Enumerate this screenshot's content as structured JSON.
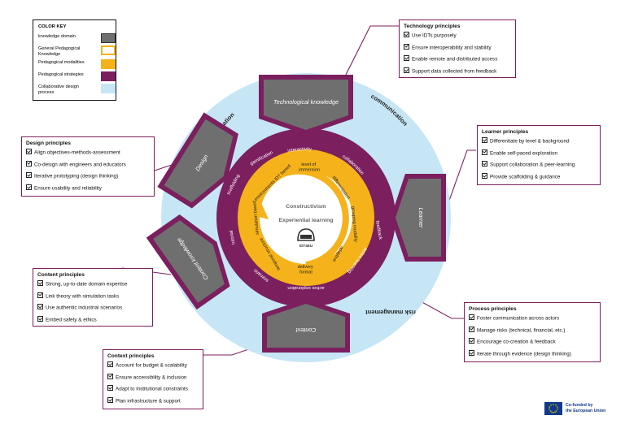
{
  "colors": {
    "plum": "#7b1f5e",
    "gray": "#6f6f6f",
    "gold": "#f5b21a",
    "light_blue": "#c6e6f6",
    "eu_blue": "#103a8a",
    "eu_star": "#ffcc00"
  },
  "color_key": {
    "title": "COLOR KEY",
    "items": [
      {
        "label": "knowledge domain",
        "swatch": "gray"
      },
      {
        "label": "General Pedagogical Knowledge",
        "swatch": "outline-gold"
      },
      {
        "label": "Pedagogical modalities",
        "swatch": "gold"
      },
      {
        "label": "Pedagogical strategies",
        "swatch": "plum"
      },
      {
        "label": "Collaborative design process",
        "swatch": "light_blue"
      }
    ]
  },
  "outer_ring_labels": {
    "co_creation": "co-creation",
    "communication": "communication",
    "risk_management": "risk management"
  },
  "knowledge_domains": {
    "technological": "Technological knowledge",
    "design": "Design",
    "learner": "Learner",
    "content": "Content knowledge",
    "context": "Context"
  },
  "strategies_ring": [
    "interactivity",
    "collaboration",
    "feedback",
    "active learning",
    "active exploration",
    "scenario",
    "tutorial",
    "scaffolding",
    "gamification"
  ],
  "modalities": {
    "level_of_immersion": "level of immersion",
    "differentiation": "differentiation",
    "grouping_modality": "grouping modality",
    "adaptive": "adaptive",
    "delivery_format": "delivery format",
    "temporal_structure": "temporal structure",
    "simulation_based": "simulation based",
    "environments_idt_based": "environments IDT based"
  },
  "center": {
    "constructivism": "Constructivism",
    "experiential_learning": "Experiential learning",
    "logo": "IDT4EU"
  },
  "principles": {
    "technology": {
      "title": "Technology principles",
      "items": [
        "Use IDTs purposely",
        "Ensure interoperability and stability",
        "Enable remote and distributed access",
        "Support data collected from feedback"
      ]
    },
    "design": {
      "title": "Design principles",
      "items": [
        "Align objectives-methods-assessment",
        "Co-design with engineers and educators",
        "Iterative prototyping (design thinking)",
        "Ensure usability and reliability"
      ]
    },
    "learner": {
      "title": "Learner principles",
      "items": [
        "Differentiate by level & background",
        "Enable self-paced exploration",
        "Support collaboration & peer-learning",
        "Provide scaffolding & guidance"
      ]
    },
    "content": {
      "title": "Content principles",
      "items": [
        "Strong, up-to-date domain expertise",
        "Link theory with simulation tasks",
        "Use authentic industrial scenarios",
        "Embed safety & ethics"
      ]
    },
    "process": {
      "title": "Process principles",
      "items": [
        "Foster communication across actors",
        "Manage risks (technical, financial, etc.)",
        "Encourage co-creation & feedback",
        "Iterate through evidence (design thinking)"
      ]
    },
    "context": {
      "title": "Context principles",
      "items": [
        "Account for budget & scalability",
        "Ensure accessibility & inclusion",
        "Adapt to institutional constraints",
        "Plan infrastructure & support"
      ]
    }
  },
  "eu": {
    "line1": "Co-funded by",
    "line2": "the European Union"
  }
}
